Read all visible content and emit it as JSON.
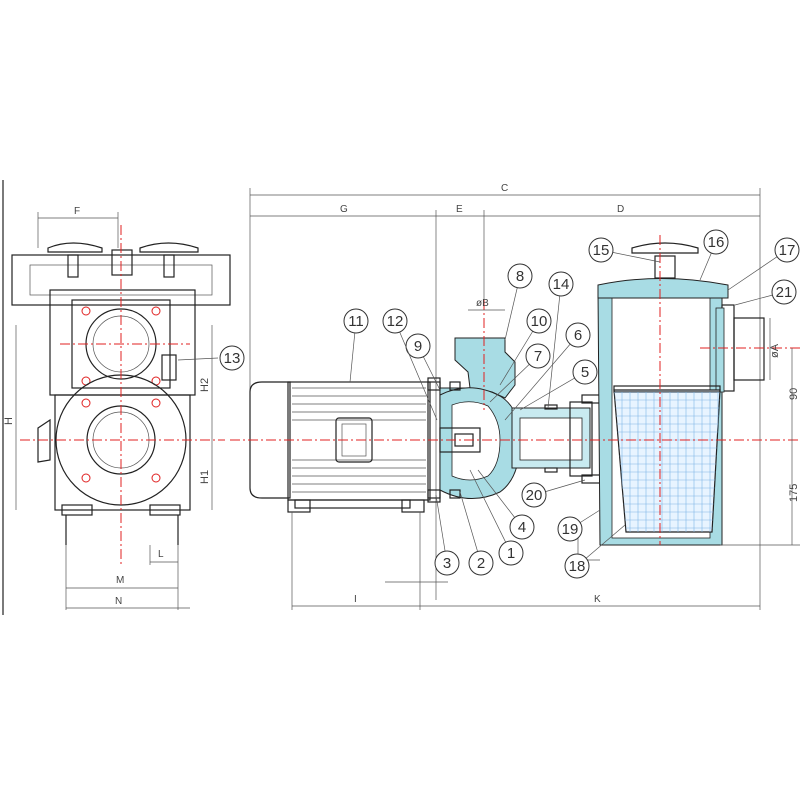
{
  "drawing": {
    "colors": {
      "outline": "#222222",
      "centerline": "#e02020",
      "casing_fill": "#a8dce4",
      "screen_grid": "#7fb6e6"
    },
    "side_view": {
      "dims": {
        "F": "F",
        "H": "H",
        "H1": "H1",
        "H2": "H2",
        "L": "L",
        "M": "M",
        "N": "N"
      },
      "balloon_13": "13"
    },
    "front_view": {
      "dims": {
        "C": "C",
        "G": "G",
        "E": "E",
        "D": "D",
        "I": "I",
        "K": "K",
        "phiB": "øB",
        "phiA": "øA",
        "v90": "90",
        "v175": "175"
      },
      "balloons": [
        "1",
        "2",
        "3",
        "4",
        "5",
        "6",
        "7",
        "8",
        "9",
        "10",
        "11",
        "12",
        "14",
        "15",
        "16",
        "17",
        "18",
        "19",
        "20",
        "21"
      ]
    }
  }
}
